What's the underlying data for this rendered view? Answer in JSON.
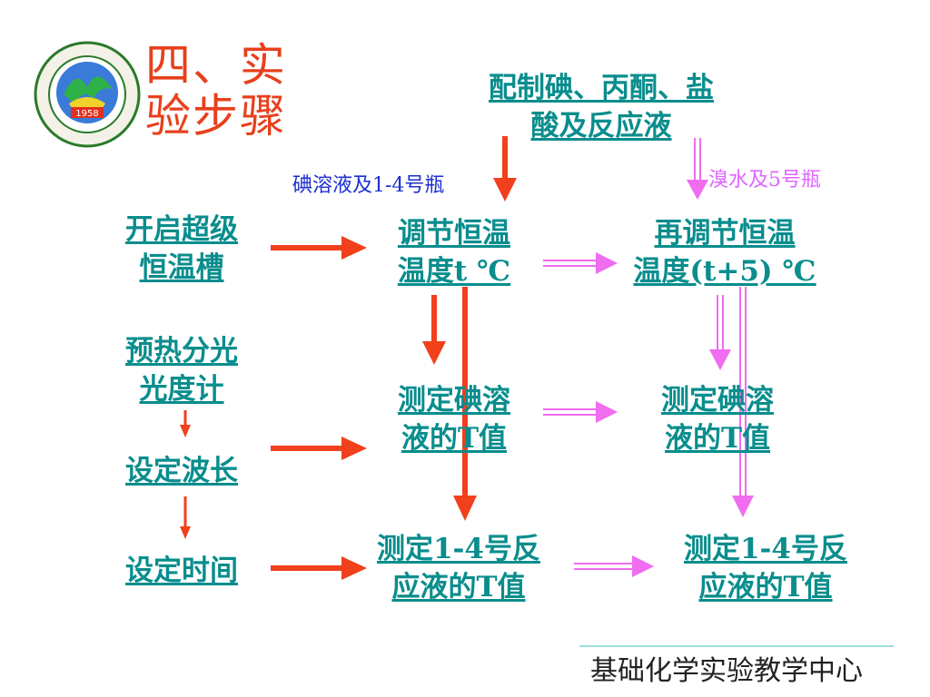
{
  "title": {
    "line1": "四、实",
    "line2": "验步骤"
  },
  "logo": {
    "year": "1958",
    "icon": "university-logo"
  },
  "nodes": {
    "prep": {
      "line1": "配制碘、丙酮、盐",
      "line2": "酸及反应液"
    },
    "start_bath": {
      "line1": "开启超级",
      "line2": "恒温槽"
    },
    "preheat": {
      "line1": "预热分光",
      "line2": "光度计"
    },
    "set_wavelength": {
      "line1": "设定波长"
    },
    "set_time": {
      "line1": "设定时间"
    },
    "adjust_temp": {
      "line1": "调节恒温",
      "line2": "温度t ℃"
    },
    "readjust_temp": {
      "line1": "再调节恒温",
      "line2": "温度(t+5) ℃"
    },
    "measure_iodine_1": {
      "line1": "测定碘溶",
      "line2": "液的T值"
    },
    "measure_iodine_2": {
      "line1": "测定碘溶",
      "line2": "液的T值"
    },
    "measure_reaction_1": {
      "line1": "测定1-4号反",
      "line2": "应液的T值"
    },
    "measure_reaction_2": {
      "line1": "测定1-4号反",
      "line2": "应液的T值"
    }
  },
  "labels": {
    "iodine_bottles": "碘溶液及1-4号瓶",
    "bromine_bottle": "溴水及5号瓶"
  },
  "colors": {
    "title": "#e8401c",
    "node": "#0a8d8d",
    "red_arrow": "#f0401c",
    "pink_arrow": "#f06cf0",
    "blue_label": "#1c2fd0"
  },
  "footer": "基础化学实验教学中心"
}
